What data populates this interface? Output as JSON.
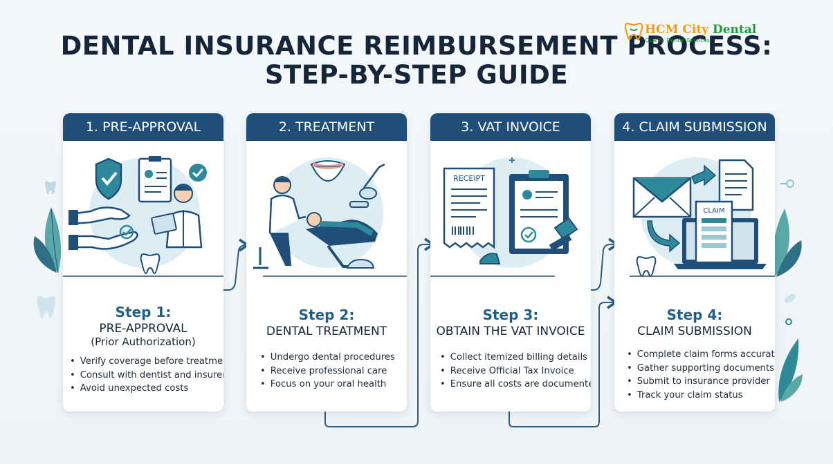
{
  "title_line1": "DENTAL INSURANCE REIMBURSEMENT PROCESS:",
  "title_line2": "STEP-BY-STEP GUIDE",
  "logo": {
    "name_part1": "HCM City",
    "name_part2": "Dental",
    "tagline": "Quality Dental Services"
  },
  "steps": [
    {
      "header": "1. PRE-APPROVAL",
      "step_label": "Step 1:",
      "name": "PRE-APPROVAL",
      "subname": "(Prior Authorization)",
      "bullets": [
        "Verify coverage before treatment",
        "Consult with dentist and insurer",
        "Avoid unexpected costs"
      ]
    },
    {
      "header": "2. TREATMENT",
      "step_label": "Step 2:",
      "name": "DENTAL TREATMENT",
      "bullets": [
        "Undergo dental procedures",
        "Receive professional care",
        "Focus on your oral health"
      ]
    },
    {
      "header": "3. VAT INVOICE",
      "step_label": "Step 3:",
      "name": "OBTAIN THE VAT INVOICE",
      "illustration_text": "RECEIPT",
      "bullets": [
        "Collect itemized billing details",
        "Receive Official Tax Invoice",
        "Ensure all costs are documented"
      ]
    },
    {
      "header": "4. CLAIM SUBMISSION",
      "step_label": "Step 4:",
      "name": "CLAIM SUBMISSION",
      "illustration_text": "CLAIM",
      "bullets": [
        "Complete claim forms accurately",
        "Gather supporting documents",
        "Submit to insurance provider",
        "Track your claim status"
      ]
    }
  ],
  "colors": {
    "header": "#1f4e79",
    "step_title": "#1f5f8b",
    "accent_teal": "#2b8a9a",
    "light_circle": "#dcedf3"
  }
}
